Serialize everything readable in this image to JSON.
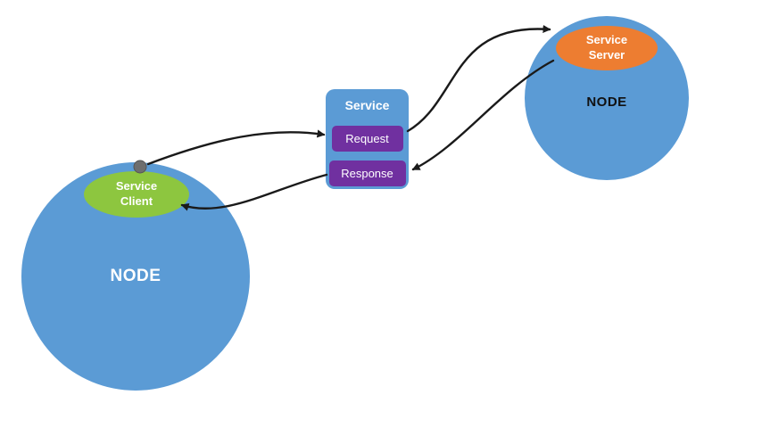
{
  "diagram": {
    "left_node": {
      "label": "NODE"
    },
    "right_node": {
      "label": "NODE"
    },
    "service_client": {
      "label": "Service\nClient"
    },
    "service_server": {
      "label": "Service\nServer"
    },
    "service_box": {
      "title": "Service",
      "request_label": "Request",
      "response_label": "Response"
    }
  },
  "colors": {
    "node_blue": "#5B9BD5",
    "client_green": "#8DC63F",
    "server_orange": "#ED7D31",
    "pill_purple": "#7030A0",
    "arrow_black": "#1a1a1a",
    "dot_gray": "#6e6e6e",
    "bg_white": "#ffffff"
  }
}
